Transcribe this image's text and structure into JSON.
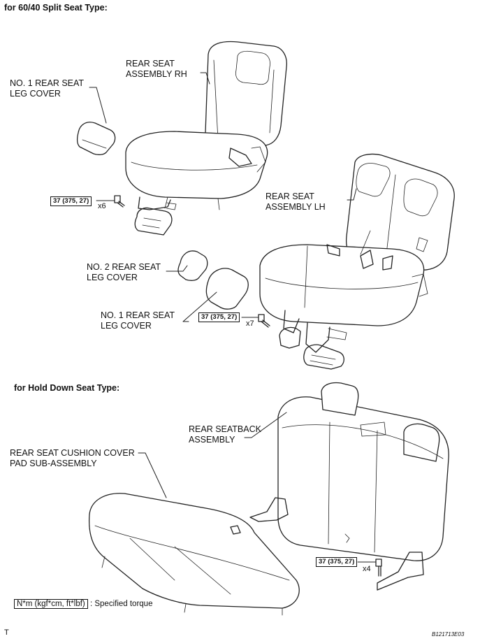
{
  "section_6040_heading": "for 60/40 Split Seat Type:",
  "section_holddown_heading": "for Hold Down Seat Type:",
  "labels": {
    "rear_seat_assembly_rh_1": "REAR SEAT",
    "rear_seat_assembly_rh_2": "ASSEMBLY RH",
    "no1_leg_cover_top_1": "NO. 1 REAR SEAT",
    "no1_leg_cover_top_2": "LEG COVER",
    "rear_seat_assembly_lh_1": "REAR SEAT",
    "rear_seat_assembly_lh_2": "ASSEMBLY LH",
    "no2_leg_cover_1": "NO. 2 REAR SEAT",
    "no2_leg_cover_2": "LEG COVER",
    "no1_leg_cover_mid_1": "NO. 1 REAR SEAT",
    "no1_leg_cover_mid_2": "LEG COVER",
    "rear_seatback_1": "REAR SEATBACK",
    "rear_seatback_2": "ASSEMBLY",
    "cushion_cover_1": "REAR SEAT CUSHION COVER",
    "cushion_cover_2": "PAD SUB-ASSEMBLY"
  },
  "torque_values": {
    "rh": "37 (375, 27)",
    "lh": "37 (375, 27)",
    "holddown": "37 (375, 27)"
  },
  "quantities": {
    "rh": "x6",
    "lh": "x7",
    "holddown": "x4"
  },
  "legend": {
    "unit": "N*m (kgf*cm, ft*lbf)",
    "text": ": Specified torque"
  },
  "footer": {
    "corner_mark": "T",
    "figure_code": "B121713E03"
  }
}
